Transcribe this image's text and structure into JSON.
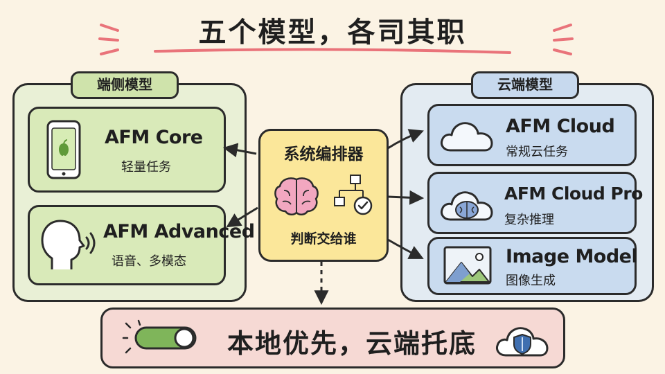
{
  "title": "五个模型，各司其职",
  "on_device": {
    "label": "端侧模型",
    "cards": [
      {
        "title": "AFM Core",
        "subtitle": "轻量任务",
        "icon": "smartphone-icon"
      },
      {
        "title": "AFM Advanced",
        "subtitle": "语音、多模态",
        "icon": "speaking-head-icon"
      }
    ]
  },
  "orchestrator": {
    "title": "系统编排器",
    "subtitle": "判断交给谁",
    "icons": [
      "brain-icon",
      "flowchart-check-icon"
    ]
  },
  "cloud": {
    "label": "云端模型",
    "cards": [
      {
        "title": "AFM Cloud",
        "subtitle": "常规云任务",
        "icon": "cloud-icon"
      },
      {
        "title": "AFM Cloud Pro",
        "subtitle": "复杂推理",
        "icon": "cloud-brain-icon"
      },
      {
        "title": "Image Model",
        "subtitle": "图像生成",
        "icon": "image-icon"
      }
    ]
  },
  "principle": {
    "text": "本地优先，云端托底",
    "icons": [
      "toggle-switch-icon",
      "cloud-shield-icon"
    ]
  },
  "colors": {
    "background": "#fbf3e4",
    "on_device": "#e9f0d6",
    "cloud": "#e3ebf2",
    "orchestrator": "#fbe79a",
    "principle": "#f6d9d4",
    "accent": "#e9737a"
  }
}
